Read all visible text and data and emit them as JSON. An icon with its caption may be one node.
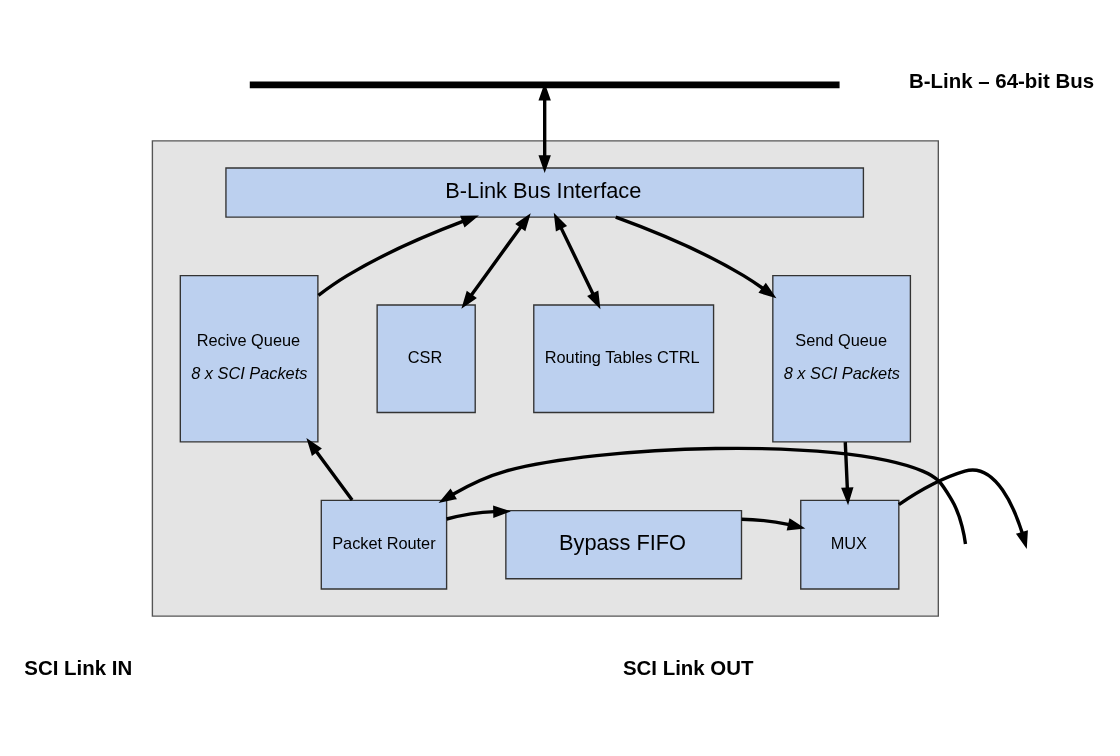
{
  "diagram": {
    "nodes": [
      {
        "text": [],
        "shape": "box"
      },
      {
        "text": [],
        "shape": "bar",
        "beside": [
          "B-Link – 64-bit Bus"
        ]
      },
      {
        "text": [
          "B-Link Bus Interface"
        ],
        "in": 0
      },
      {
        "text": [
          "Recive Queue",
          "8 x SCI Packets"
        ],
        "in": 0
      },
      {
        "text": [
          "CSR"
        ],
        "in": 0
      },
      {
        "text": [
          "Routing Tables CTRL"
        ],
        "in": 0
      },
      {
        "text": [
          "Send Queue",
          "8 x SCI Packets"
        ],
        "in": 0
      },
      {
        "text": [
          "Packet Router"
        ],
        "in": 0
      },
      {
        "text": [
          "Bypass FIFO"
        ],
        "in": 0
      },
      {
        "text": [
          "MUX"
        ],
        "in": 0
      }
    ],
    "edges": [
      {
        "from": 1,
        "to": 2,
        "arrow": "both"
      },
      {
        "from": 3,
        "to": 2,
        "arrow": "to"
      },
      {
        "from": 4,
        "to": 2,
        "arrow": "both"
      },
      {
        "from": 5,
        "to": 2,
        "arrow": "both"
      },
      {
        "from": 2,
        "to": 6,
        "arrow": "to"
      },
      {
        "from": 7,
        "to": 3,
        "arrow": "to"
      },
      {
        "from": null,
        "to": 7,
        "arrow": "to"
      },
      {
        "from": 7,
        "to": 8,
        "arrow": "to"
      },
      {
        "from": 8,
        "to": 9,
        "arrow": "to"
      },
      {
        "from": 6,
        "to": 9,
        "arrow": "to"
      },
      {
        "from": 9,
        "to": null,
        "arrow": "to"
      }
    ],
    "labels": [
      "SCI Link IN",
      "SCI Link OUT"
    ]
  }
}
